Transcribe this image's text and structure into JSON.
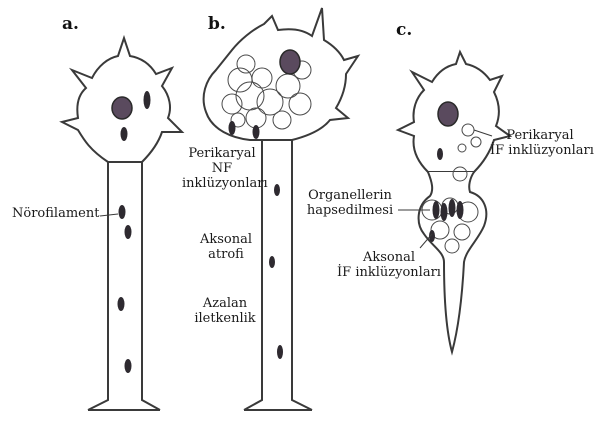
{
  "panels": {
    "a": {
      "letter": "a.",
      "nf_label": "Nörofilament"
    },
    "b": {
      "letter": "b.",
      "perikaryal_line1": "Perikaryal",
      "perikaryal_line2": "NF",
      "perikaryal_line3": "inklüzyonları",
      "atrophy_line1": "Aksonal",
      "atrophy_line2": "atrofi",
      "conduction_line1": "Azalan",
      "conduction_line2": "iletkenlik"
    },
    "c": {
      "letter": "c.",
      "perikaryal_line1": "Perikaryal",
      "perikaryal_line2": "İF inklüzyonları",
      "trap_line1": "Organellerin",
      "trap_line2": "hapsedilmesi",
      "axonal_line1": "Aksonal",
      "axonal_line2": "İF inklüzyonları"
    }
  },
  "colors": {
    "outline": "#3a3a3a",
    "nucleus": "#5a4a5e",
    "dots": "#2e2a30",
    "text": "#1a1a1a"
  }
}
